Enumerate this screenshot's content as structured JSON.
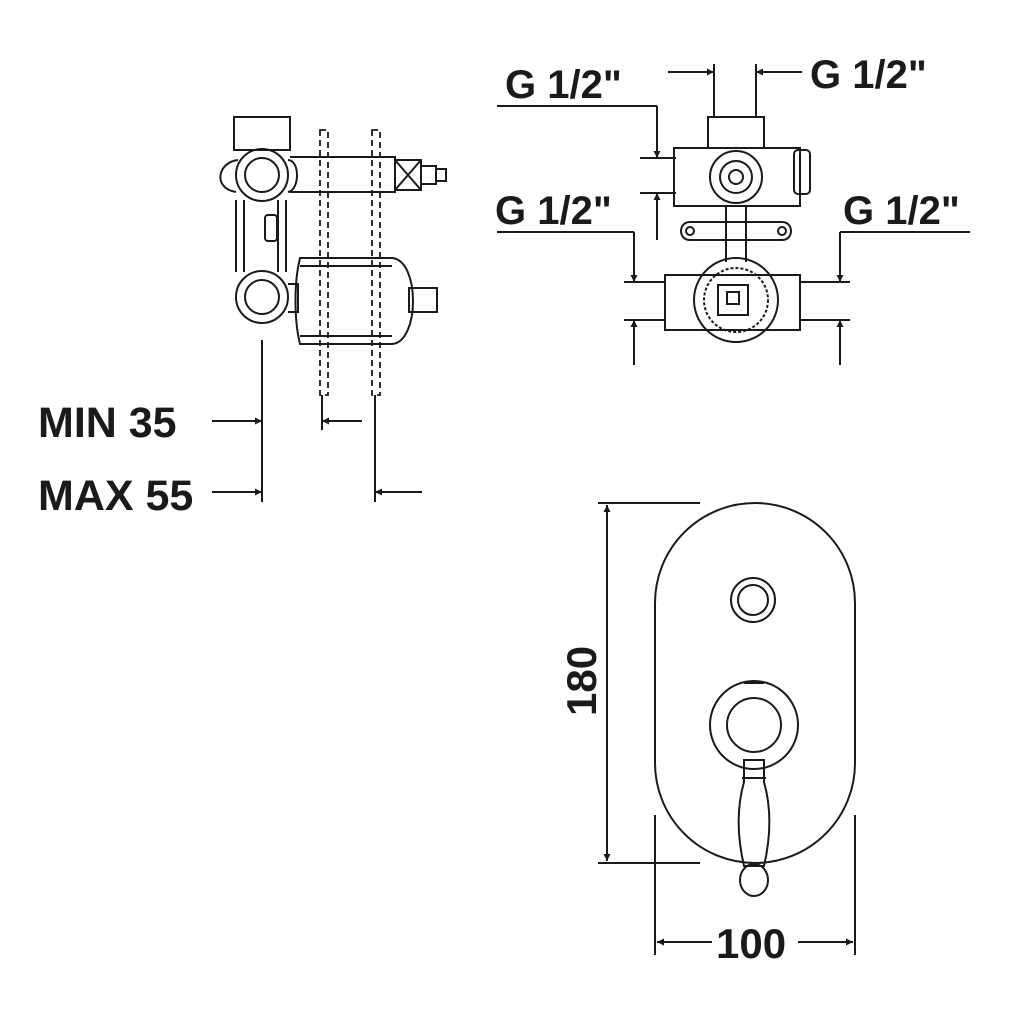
{
  "labels": {
    "min_depth": "MIN 35",
    "max_depth": "MAX 55",
    "thread_top_left": "G 1/2\"",
    "thread_top_right": "G 1/2\"",
    "thread_mid_left": "G 1/2\"",
    "thread_mid_right": "G 1/2\"",
    "height": "180",
    "width": "100"
  },
  "colors": {
    "line": "#1a1a1a",
    "background": "#ffffff"
  }
}
